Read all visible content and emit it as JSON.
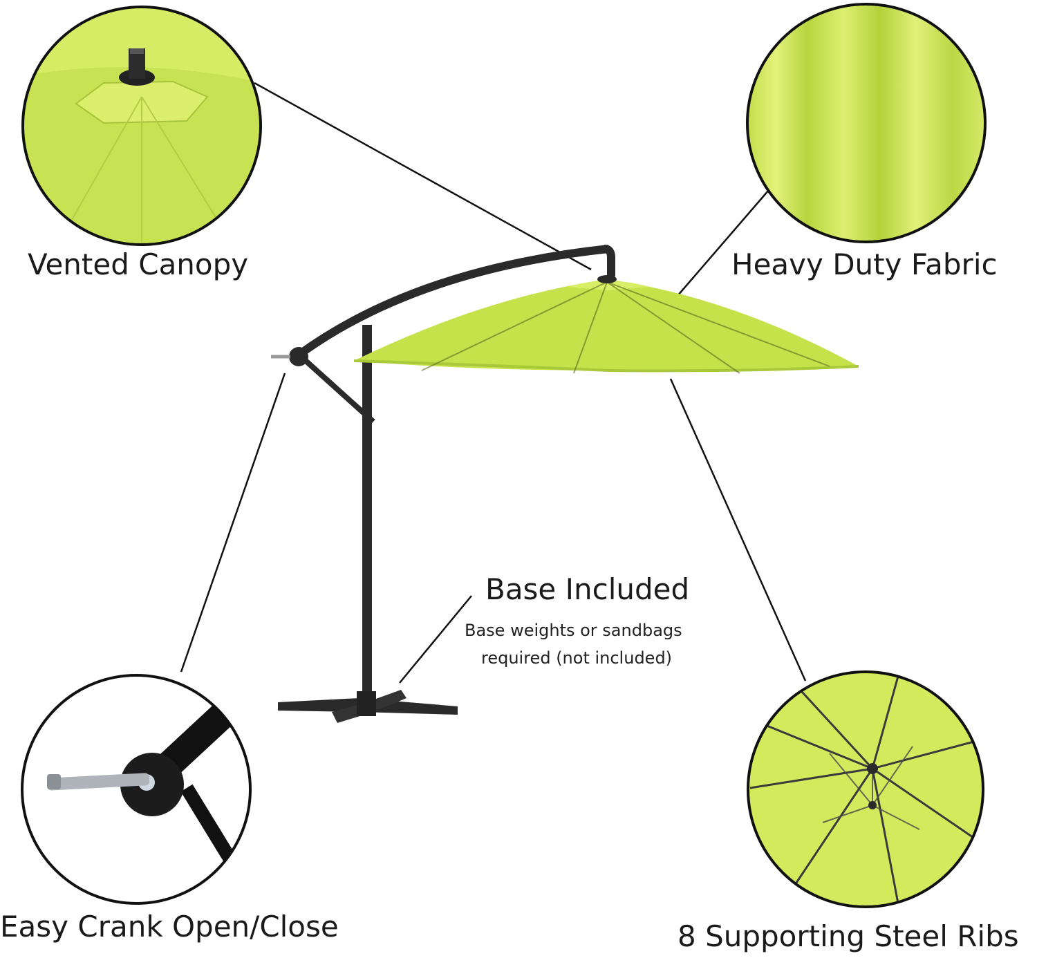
{
  "labels": {
    "vented_canopy": "Vented Canopy",
    "heavy_duty_fabric": "Heavy Duty Fabric",
    "base_included": "Base Included",
    "base_note_line1": "Base weights or sandbags",
    "base_note_line2": "required (not included)",
    "easy_crank": "Easy Crank Open/Close",
    "steel_ribs": "8 Supporting Steel Ribs"
  },
  "colors": {
    "canopy_green": "#c5e24a",
    "canopy_light": "#d8ee66",
    "frame_dark": "#2a2a2a",
    "line_black": "#111111"
  }
}
